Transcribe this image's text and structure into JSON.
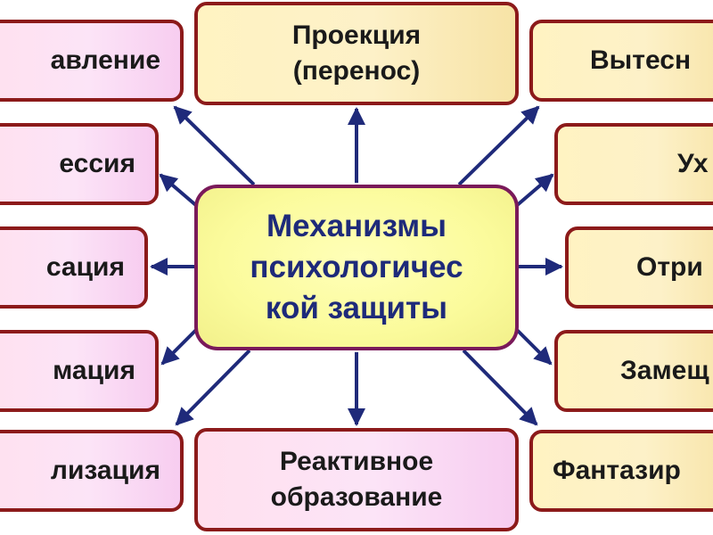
{
  "center": {
    "lines": [
      "Механизмы",
      "психологичес",
      "кой защиты"
    ]
  },
  "boxes": {
    "top": {
      "lines": [
        "Проекция",
        "(перенос)"
      ]
    },
    "bottom": {
      "lines": [
        "Реактивное",
        "образование"
      ]
    },
    "left": [
      "авление",
      "ессия",
      "сация",
      "мация",
      "лизация"
    ],
    "right": [
      "Вытесн",
      "Ух",
      "Отри",
      "Замещ",
      "Фантазир"
    ]
  },
  "colors": {
    "box_border": "#8c1a1a",
    "arrow": "#1f2a7a",
    "center_text": "#1e2a7a",
    "pink_fill": "#fce4f7",
    "yellow_fill": "#fdf1c8"
  }
}
